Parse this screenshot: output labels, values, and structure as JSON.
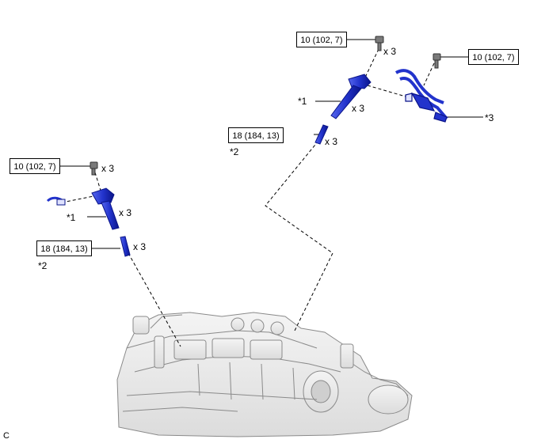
{
  "torque_specs": {
    "right_bolt_coil": "10 (102, 7)",
    "right_bolt_bracket": "10 (102, 7)",
    "right_spark_plug": "18 (184, 13)",
    "left_bolt_coil": "10 (102, 7)",
    "left_spark_plug": "18 (184, 13)"
  },
  "quantities": {
    "right_bolt_coil": "x 3",
    "right_coil": "x 3",
    "right_spark_plug": "x 3",
    "left_bolt_coil": "x 3",
    "left_coil": "x 3",
    "left_spark_plug": "x 3"
  },
  "callouts": {
    "right_coil": "*1",
    "right_spark_plug": "*2",
    "right_bracket": "*3",
    "left_coil": "*1",
    "left_spark_plug": "*2"
  },
  "corner_mark": "C",
  "colors": {
    "part_blue": "#2233cc",
    "part_dark": "#0a1488",
    "engine_gray": "#8a8a8a"
  }
}
